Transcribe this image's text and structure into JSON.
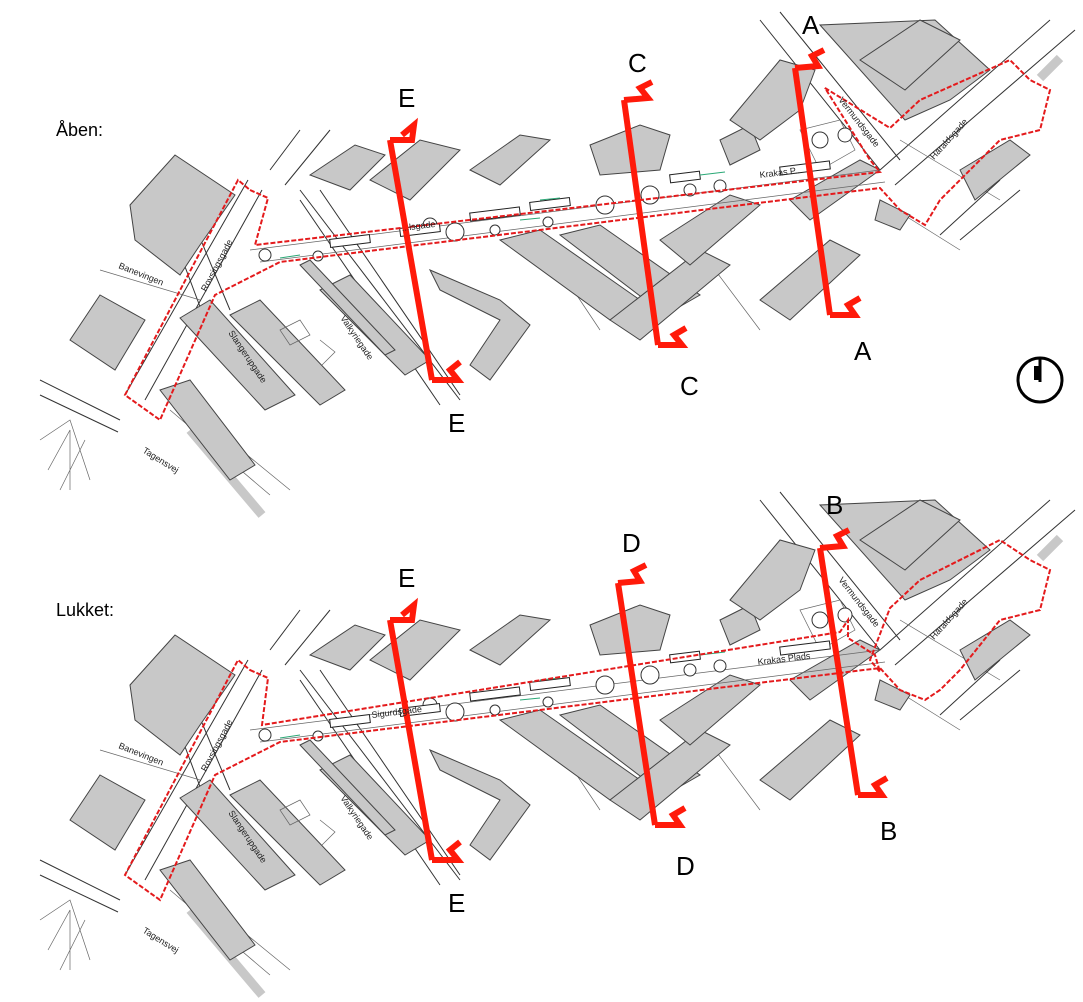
{
  "panels": [
    {
      "state_label": "Åben:",
      "streets": {
        "rovsingsgade": "Rovsingsgade",
        "banevingen": "Banevingen",
        "slangerupgade": "Slangerupgade",
        "valkyriegade": "Valkyriegade",
        "vermundsgade": "Vermundsgade",
        "haraldsgade": "Haraldsgade",
        "tagensvej": "Tagensvej",
        "siglgade": "...lsgade",
        "krakas": "Krakas P..."
      },
      "sections": [
        {
          "top": "E",
          "bottom": "E"
        },
        {
          "top": "C",
          "bottom": "C"
        },
        {
          "top": "A",
          "bottom": "A"
        }
      ]
    },
    {
      "state_label": "Lukket:",
      "streets": {
        "rovsingsgade": "Rovsingsgade",
        "banevingen": "Banevingen",
        "slangerupgade": "Slangerupgade",
        "valkyriegade": "Valkyriegade",
        "vermundsgade": "Vermundsgade",
        "haraldsgade": "Haraldsgade",
        "tagensvej": "Tagensvej",
        "siglgade": "Sigurdsgade",
        "krakas": "Krakas Plads"
      },
      "sections": [
        {
          "top": "E",
          "bottom": "E"
        },
        {
          "top": "D",
          "bottom": "D"
        },
        {
          "top": "B",
          "bottom": "B"
        }
      ]
    }
  ],
  "colors": {
    "section_line": "#ff1a0a",
    "boundary": "#e41a1c",
    "building": "#c8c8c8",
    "vegetation": "#2aa876"
  },
  "icons": {
    "compass": "north-arrow-icon"
  }
}
